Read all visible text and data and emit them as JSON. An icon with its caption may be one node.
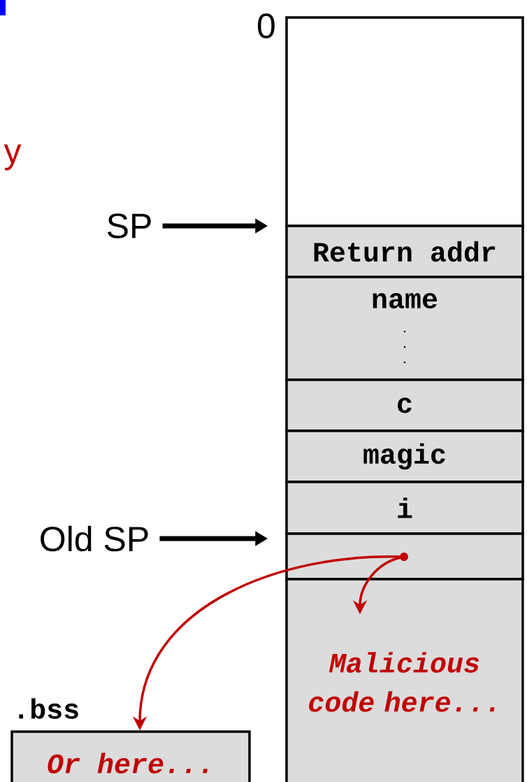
{
  "diagram": {
    "nodes": [
      {
        "text": [
          "SP"
        ]
      },
      {
        "text": [
          "Old SP"
        ]
      },
      {
        "text": [],
        "shape": "box",
        "beside": [
          "0"
        ]
      },
      {
        "text": [
          "Return addr"
        ]
      },
      {
        "text": [
          "name"
        ]
      },
      {
        "text": [
          "c"
        ]
      },
      {
        "text": [
          "magic"
        ]
      },
      {
        "text": [
          "i"
        ]
      },
      {
        "text": [],
        "shape": "box"
      },
      {
        "text": [],
        "shape": "circle",
        "in": 8
      },
      {
        "text": [
          "Malicious code here..."
        ]
      },
      {
        "text": [
          ".bss",
          "Or here..."
        ]
      }
    ],
    "edges": [
      {
        "from": 0,
        "to": 3,
        "arrow": "to",
        "style": "thick"
      },
      {
        "from": 1,
        "to": 8,
        "arrow": "to",
        "style": "thick"
      },
      {
        "from": 9,
        "to": 10,
        "arrow": "to",
        "color": "#c00000"
      },
      {
        "from": 9,
        "to": 11,
        "arrow": "to",
        "color": "#c00000"
      }
    ],
    "labels": [
      "y"
    ]
  }
}
